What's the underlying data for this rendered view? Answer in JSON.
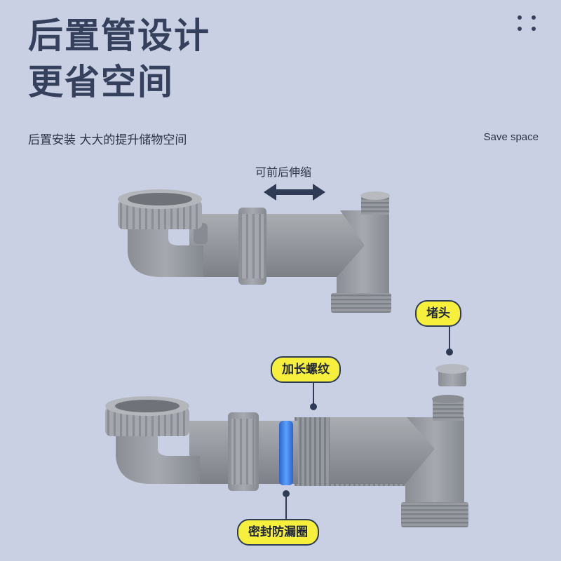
{
  "heading": {
    "line1": "后置管设计",
    "line2": "更省空间"
  },
  "subtitle": "后置安装 大大的提升储物空间",
  "english_note": "Save space",
  "arrow_label": "可前后伸缩",
  "callouts": {
    "cap": "堵头",
    "thread": "加长螺纹",
    "seal": "密封防漏圈"
  },
  "colors": {
    "background": "#c9d0e3",
    "title": "#35405c",
    "pill": "#f6f03c",
    "seal_ring": "#3b7de0"
  },
  "icons": [
    "more-dots-icon",
    "double-arrow-icon"
  ]
}
